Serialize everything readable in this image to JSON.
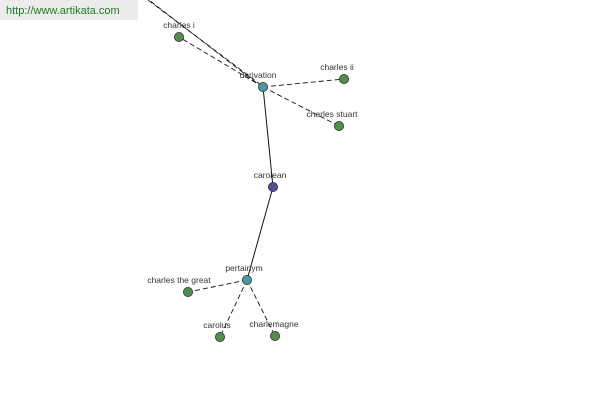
{
  "banner": {
    "url_text": "http://www.artikata.com"
  },
  "colors": {
    "leaf": "#4f8e4c",
    "category": "#4a9aa3",
    "center": "#4f4f9e"
  },
  "nodes": {
    "charles_i": {
      "label": "charles i",
      "kind": "leaf"
    },
    "derivation": {
      "label": "derivation",
      "kind": "category"
    },
    "charles_ii": {
      "label": "charles ii",
      "kind": "leaf"
    },
    "charles_stuart": {
      "label": "charles stuart",
      "kind": "leaf"
    },
    "carolean": {
      "label": "carolean",
      "kind": "center"
    },
    "pertainym": {
      "label": "pertainym",
      "kind": "category"
    },
    "charles_the_great": {
      "label": "charles the great",
      "kind": "leaf"
    },
    "carolus": {
      "label": "carolus",
      "kind": "leaf"
    },
    "charlemagne": {
      "label": "charlemagne",
      "kind": "leaf"
    }
  },
  "edges": [
    {
      "from": "carolean",
      "to": "derivation",
      "style": "solid"
    },
    {
      "from": "carolean",
      "to": "pertainym",
      "style": "solid"
    },
    {
      "from": "derivation",
      "to": "charles_i",
      "style": "dashed"
    },
    {
      "from": "derivation",
      "to": "charles_ii",
      "style": "dashed"
    },
    {
      "from": "derivation",
      "to": "charles_stuart",
      "style": "dashed"
    },
    {
      "from": "derivation",
      "to": "offscreen_node",
      "style": "dashed"
    },
    {
      "from": "pertainym",
      "to": "charles_the_great",
      "style": "dashed"
    },
    {
      "from": "pertainym",
      "to": "carolus",
      "style": "dashed"
    },
    {
      "from": "pertainym",
      "to": "charlemagne",
      "style": "dashed"
    }
  ]
}
